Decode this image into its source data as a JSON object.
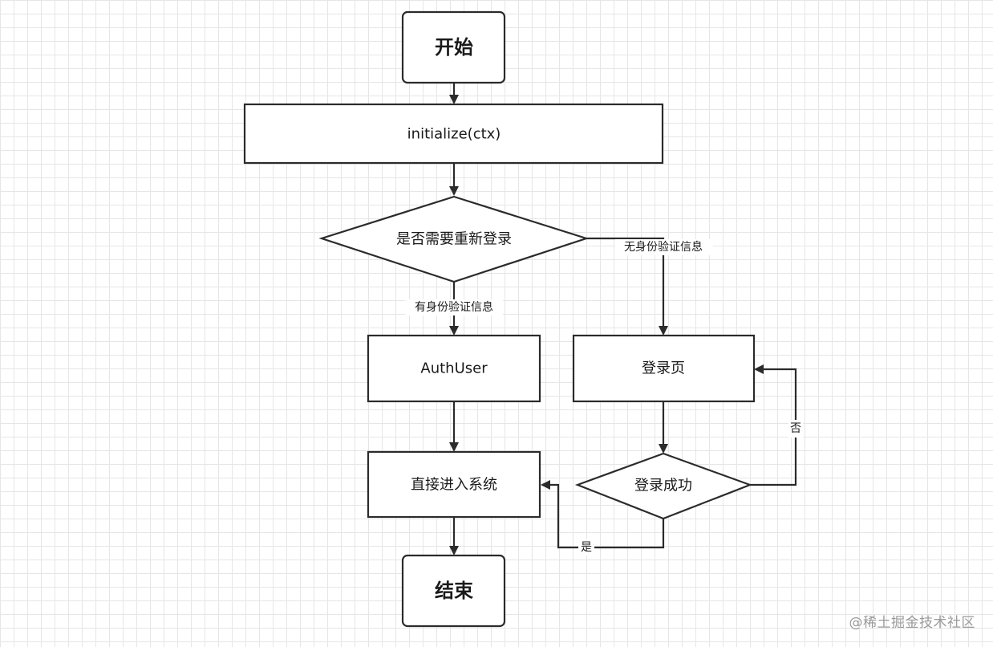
{
  "nodes": {
    "start": "开始",
    "initialize": "initialize(ctx)",
    "need_relogin": "是否需要重新登录",
    "auth_user": "AuthUser",
    "login_page": "登录页",
    "enter_system": "直接进入系统",
    "login_success": "登录成功",
    "end": "结束"
  },
  "edges": {
    "has_auth_info": "有身份验证信息",
    "no_auth_info": "无身份验证信息",
    "no": "否",
    "yes": "是"
  },
  "watermark": "@稀土掘金技术社区"
}
